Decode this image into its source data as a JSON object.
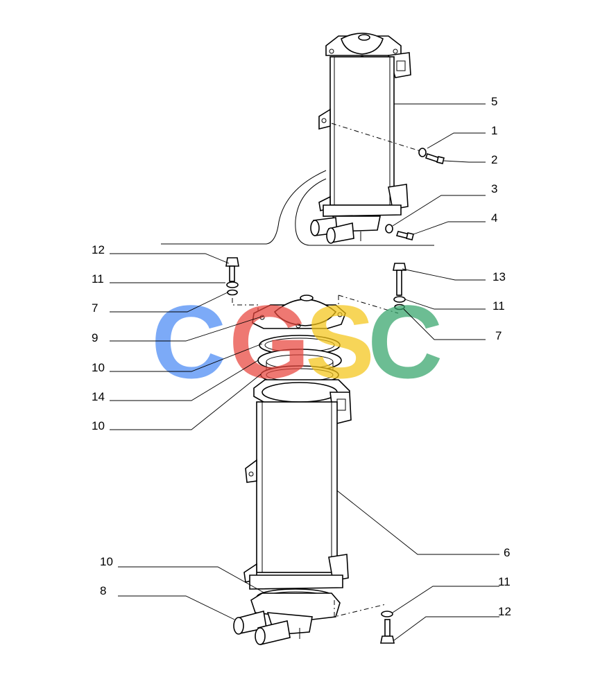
{
  "watermark": {
    "letters": [
      "C",
      "G",
      "S",
      "C"
    ],
    "colors": [
      "#4a8af4",
      "#e8453c",
      "#f5c518",
      "#34a46a"
    ]
  },
  "callouts": [
    {
      "id": "c5",
      "text": "5"
    },
    {
      "id": "c1",
      "text": "1"
    },
    {
      "id": "c2",
      "text": "2"
    },
    {
      "id": "c3",
      "text": "3"
    },
    {
      "id": "c4",
      "text": "4"
    },
    {
      "id": "c12a",
      "text": "12"
    },
    {
      "id": "c11a",
      "text": "11"
    },
    {
      "id": "c7a",
      "text": "7"
    },
    {
      "id": "c9",
      "text": "9"
    },
    {
      "id": "c10a",
      "text": "10"
    },
    {
      "id": "c14",
      "text": "14"
    },
    {
      "id": "c10b",
      "text": "10"
    },
    {
      "id": "c13",
      "text": "13"
    },
    {
      "id": "c11b",
      "text": "11"
    },
    {
      "id": "c7b",
      "text": "7"
    },
    {
      "id": "c6",
      "text": "6"
    },
    {
      "id": "c10c",
      "text": "10"
    },
    {
      "id": "c8",
      "text": "8"
    },
    {
      "id": "c11c",
      "text": "11"
    },
    {
      "id": "c12b",
      "text": "12"
    }
  ]
}
